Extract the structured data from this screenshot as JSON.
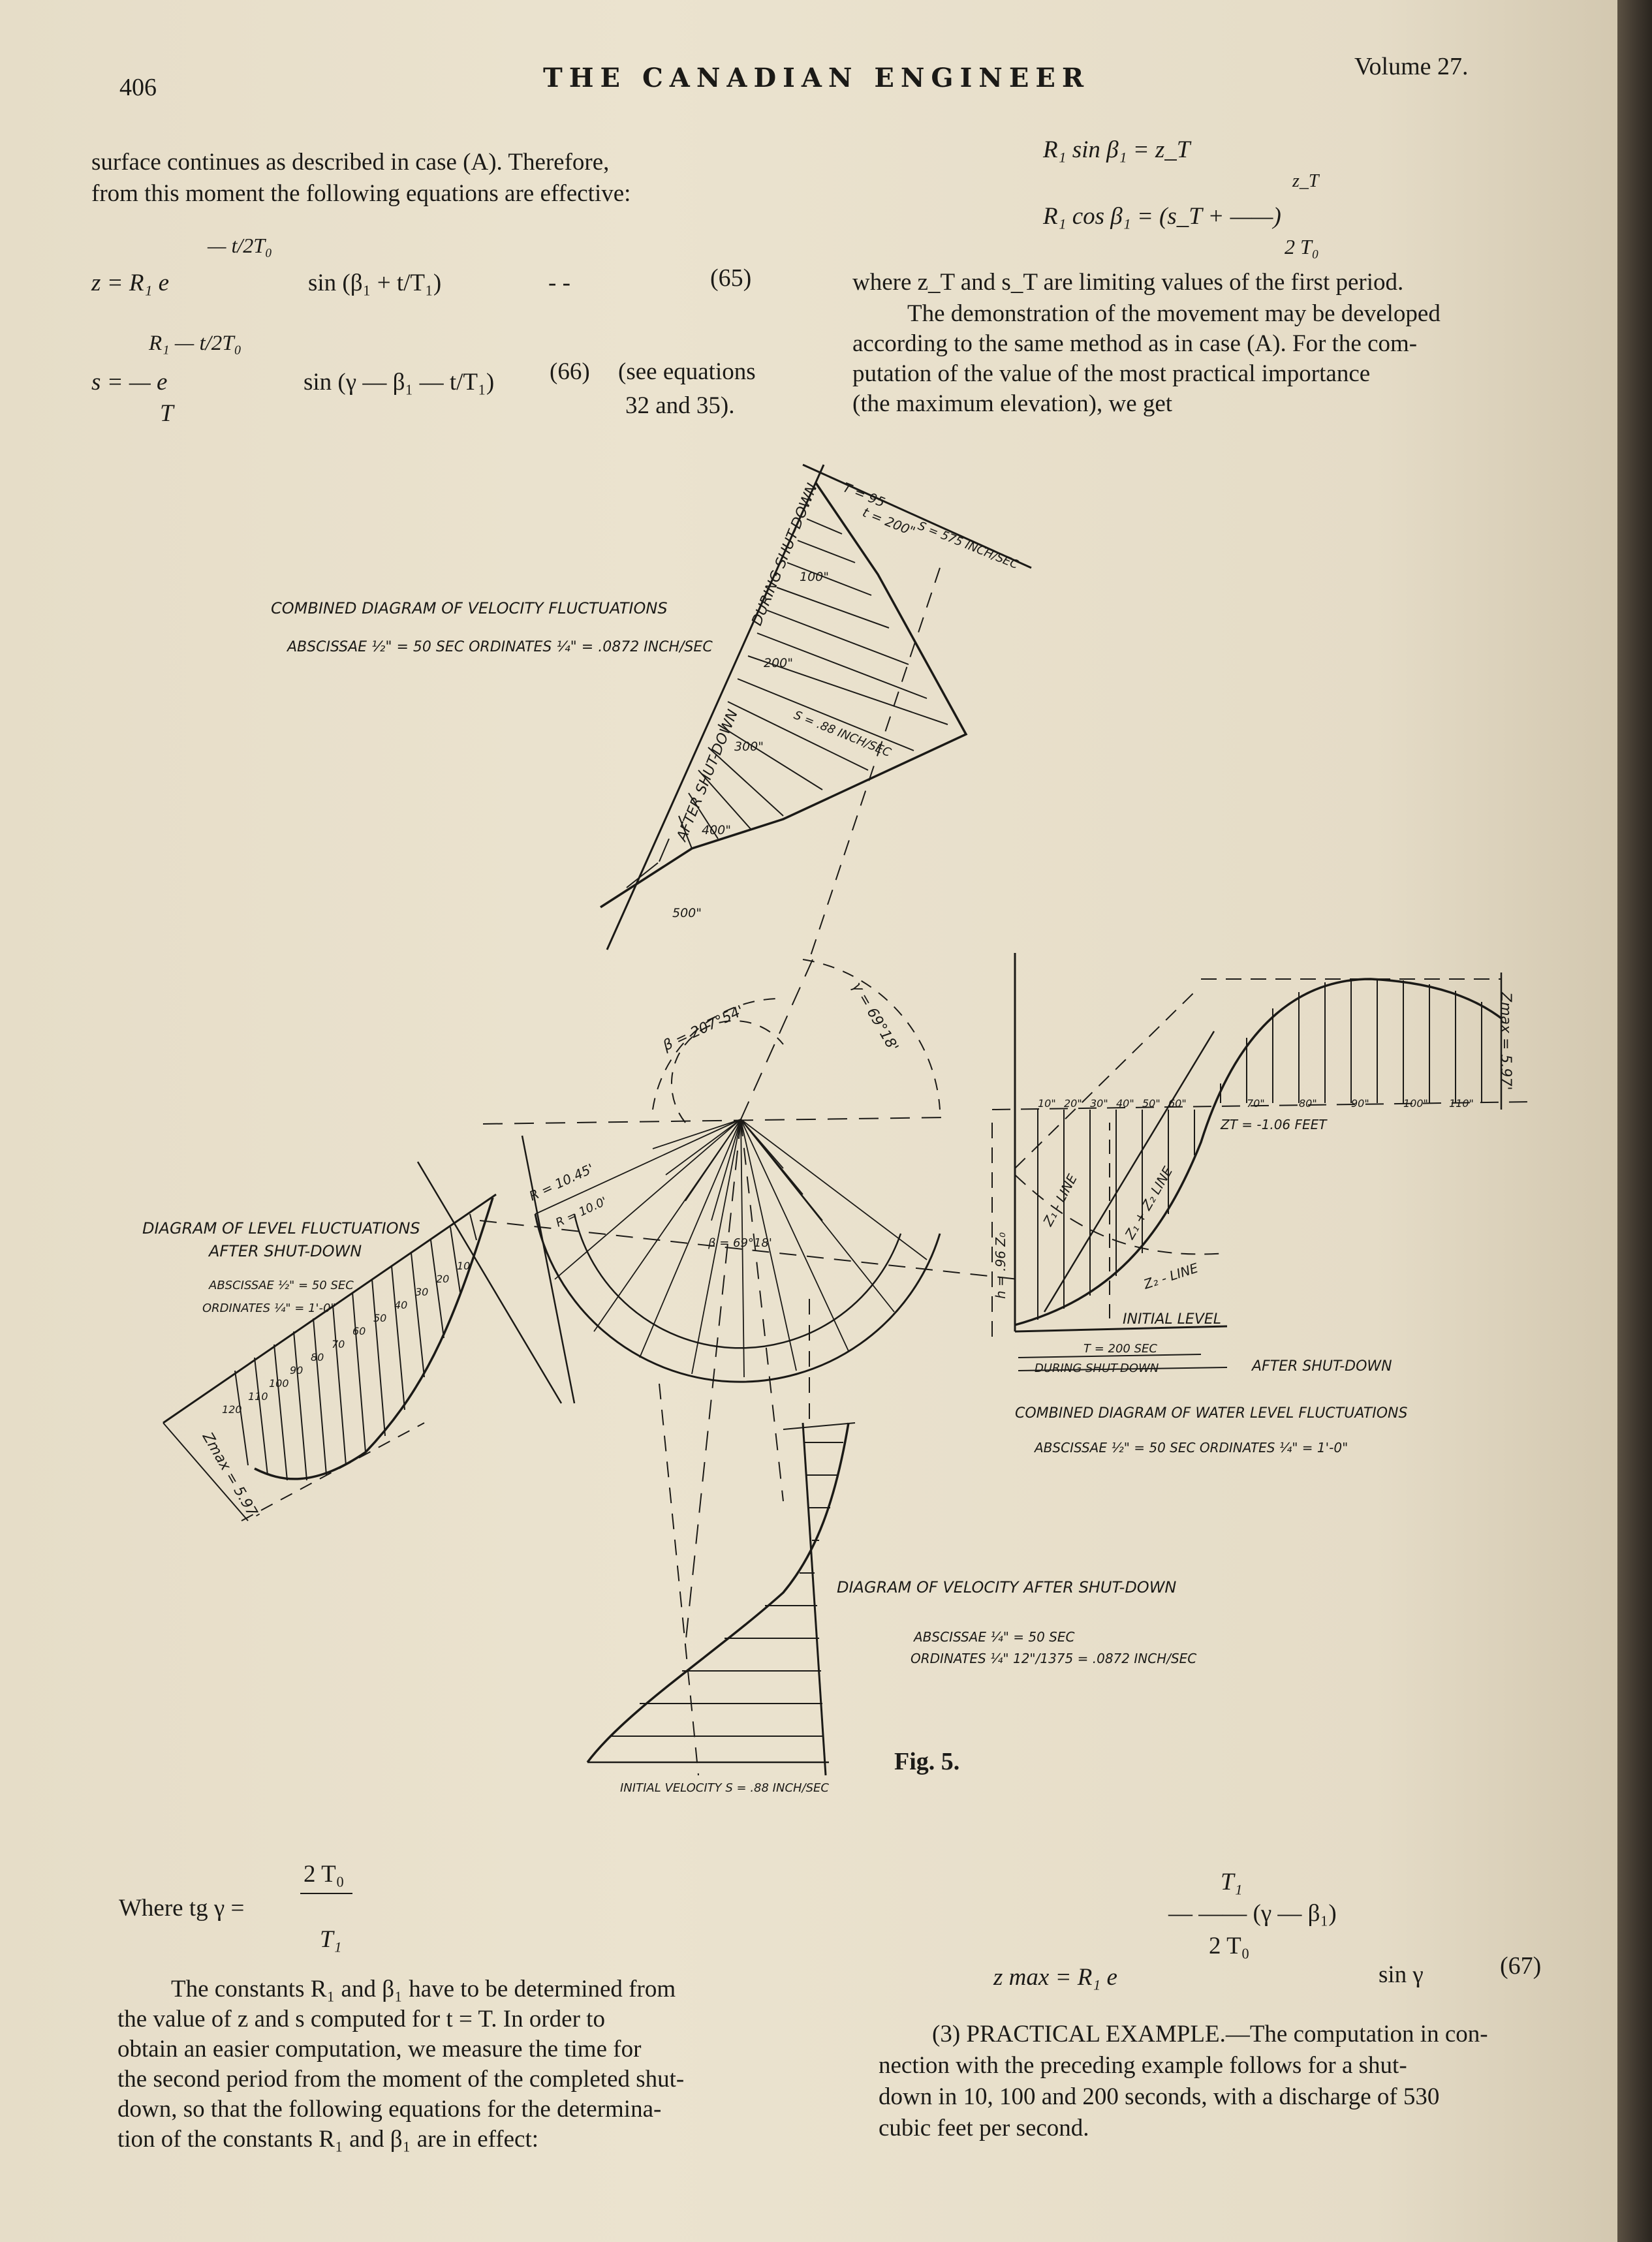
{
  "header": {
    "page_number": "406",
    "journal_title": "THE CANADIAN ENGINEER",
    "volume": "Volume 27."
  },
  "left_intro": {
    "line1": "surface continues as described in case (A). Therefore,",
    "line2": "from this moment the following equations are effective:"
  },
  "eq65": {
    "exp": "— t/2T₀",
    "lhs": "z = R₁ e",
    "rhs": "sin (β₁ + t/T₁)",
    "dashes": "-   -",
    "num": "(65)"
  },
  "eq66": {
    "top": "R₁   — t/2T₀",
    "lhs": "s = — e",
    "denom": "T",
    "rhs": "sin (γ — β₁ — t/T₁)",
    "num": "(66)",
    "note1": "(see equations",
    "note2": "32 and 35)."
  },
  "right_eq": {
    "line1": "R₁ sin β₁ = z_T",
    "frac_num": "z_T",
    "line2": "R₁ cos β₁ = (s_T + ——)",
    "frac_den": "2 T₀"
  },
  "right_text": {
    "l1": "where z_T and s_T are limiting values of the first period.",
    "l2": "The demonstration of the movement may be developed",
    "l3": "according to the same method as in case (A). For the com-",
    "l4": "putation of the value of the most practical importance",
    "l5": "(the maximum elevation), we get"
  },
  "figure": {
    "vel_title": "COMBINED DIAGRAM OF VELOCITY FLUCTUATIONS",
    "vel_scale": "ABSCISSAE ½\" = 50 SEC   ORDINATES ¼\" = .0872 INCH/SEC",
    "during": "DURING SHUT-DOWN",
    "after": "AFTER SHUT-DOWN",
    "top_labels": [
      "T = 95",
      "t = 200\"",
      "S = 575 INCH/SEC"
    ],
    "vel_ticks": [
      "100\"",
      "200\"",
      "300\"",
      "400\"",
      "500\""
    ],
    "s_label": "S = .88 INCH/SEC",
    "beta": "β = 207°54'",
    "gamma": "γ = 69°18'",
    "r_labels": [
      "R = 10.45'",
      "R = 10.0'",
      "β = 69°18'"
    ],
    "level_title1": "DIAGRAM OF LEVEL FLUCTUATIONS",
    "level_title2": "AFTER SHUT-DOWN",
    "level_scale1": "ABSCISSAE ½\" = 50 SEC",
    "level_scale2": "ORDINATES ¼\" = 1'-0\"",
    "level_ticks": [
      "10",
      "20",
      "30",
      "40",
      "50",
      "60",
      "70",
      "80",
      "90",
      "100",
      "110",
      "120"
    ],
    "zmax_left": "Zmax = 5.97'",
    "right_ticks": [
      "10\"",
      "20\"",
      "30\"",
      "40\"",
      "50\"",
      "60\"",
      "70\"",
      "80\"",
      "90\"",
      "100\"",
      "110\""
    ],
    "zmax_right": "Zmax = 5.97'",
    "zt": "ZT = -1.06 FEET",
    "z1_line": "Z₁ - LINE",
    "z1z2_line": "Z₁ + Z₂ LINE",
    "z2_line": "Z₂ - LINE",
    "h_label": "h = .96 Z₀",
    "initial_level": "INITIAL LEVEL",
    "t200": "T = 200 SEC",
    "during_short": "DURING SHUT-DOWN",
    "after_short": "AFTER SHUT-DOWN",
    "water_title": "COMBINED DIAGRAM OF WATER LEVEL FLUCTUATIONS",
    "water_scale": "ABSCISSAE ½\" = 50 SEC   ORDINATES ¼\" = 1'-0\"",
    "after_vel_title": "DIAGRAM OF VELOCITY AFTER SHUT-DOWN",
    "after_vel_scale1": "ABSCISSAE ¼\" = 50 SEC",
    "after_vel_scale2": "ORDINATES ¼\" 12\"/1375 = .0872 INCH/SEC",
    "initial_velocity": "INITIAL VELOCITY S = .88 INCH/SEC",
    "fig_caption": "Fig. 5."
  },
  "bottom_left": {
    "where": "Where tg γ =",
    "num": "2 T₀",
    "den": "T₁",
    "p1": "The constants R₁ and β₁ have to be determined from",
    "p2": "the value of z and s computed for t = T. In order to",
    "p3": "obtain an easier computation, we measure the time for",
    "p4": "the second period from the moment of the completed shut-",
    "p5": "down, so that the following equations for the determina-",
    "p6": "tion of the constants R₁ and β₁ are in effect:"
  },
  "bottom_right": {
    "frac_num": "T₁",
    "frac_rest": "— —— (γ — β₁)",
    "frac_den": "2 T₀",
    "zmax": "z max = R₁ e",
    "sin": "sin γ",
    "num": "(67)",
    "p1": "(3) PRACTICAL EXAMPLE.—The computation in con-",
    "p2": "nection with the preceding example follows for a shut-",
    "p3": "down in 10, 100 and 200 seconds, with a discharge of 530",
    "p4": "cubic feet per second."
  }
}
